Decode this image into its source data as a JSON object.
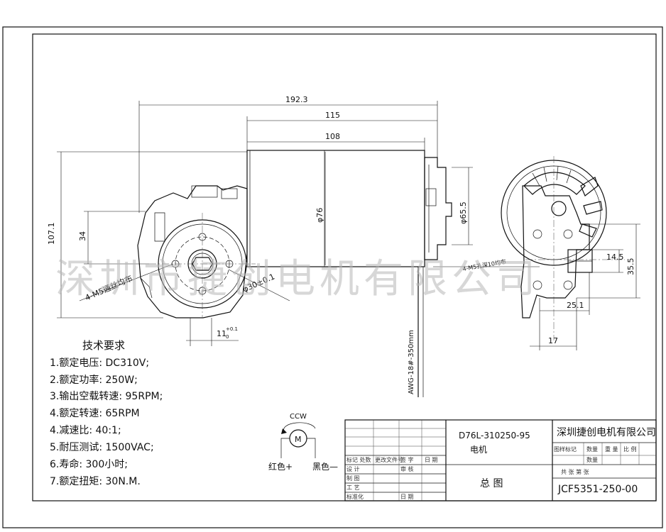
{
  "watermark": "深圳市捷创电机有限公司",
  "dimensions": {
    "overall_length": "192.3",
    "body_115": "115",
    "body_108": "108",
    "height": "107.1",
    "offset_34": "34",
    "motor_dia": "φ76",
    "end_dia": "φ65.5",
    "flange_bolt": "4-M5通丝均布",
    "pcd": "φ30±0.1",
    "shaft": "11",
    "shaft_tol_top": "+0.1",
    "shaft_tol_bot": "0",
    "side_bolt": "4-M5孔深10均布",
    "side_14_5": "14.5",
    "side_35_5": "35.5",
    "side_25_1": "25.1",
    "side_17": "17",
    "wire": "AWG-18#-350mm"
  },
  "requirements": {
    "title": "技术要求",
    "items": [
      "1.额定电压: DC310V;",
      "2.额定功率: 250W;",
      "3.输出空载转速: 95RPM;",
      "4.额定转速: 65RPM",
      "4.减速比: 40:1;",
      "5.耐压测试: 1500VAC;",
      "6.寿命: 300小时;",
      "7.额定扭矩: 30N.M."
    ]
  },
  "wiring": {
    "direction": "CCW",
    "motor": "M",
    "red": "红色+",
    "black": "黑色—"
  },
  "title_block": {
    "model": "D76L-310250-95",
    "product": "电机",
    "drawing_name": "总  图",
    "company": "深圳捷创电机有限公司",
    "drawing_no": "JCF5351-250-00",
    "hdr_mark": "图样标记",
    "hdr_qty": "数量",
    "hdr_weight": "重 量",
    "hdr_scale": "比 例",
    "hdr_count": "数量",
    "sheet_total": "共  张 第  张",
    "left_grid": [
      [
        "标记 处数",
        "更改文件号",
        "签 字",
        "日 期"
      ],
      [
        "设 计",
        "",
        "审 核",
        ""
      ],
      [
        "制 图",
        "",
        "",
        ""
      ],
      [
        "工 艺",
        "",
        "",
        ""
      ],
      [
        "标准化",
        "",
        "日 期",
        ""
      ]
    ]
  }
}
